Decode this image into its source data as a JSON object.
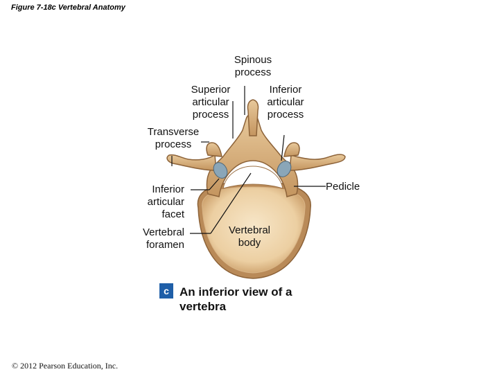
{
  "figure_title": "Figure 7-18c  Vertebral Anatomy",
  "labels": {
    "spinous_process": "Spinous\nprocess",
    "superior_articular_process": "Superior\narticular\nprocess",
    "inferior_articular_process": "Inferior\narticular\nprocess",
    "transverse_process": "Transverse\nprocess",
    "pedicle": "Pedicle",
    "inferior_articular_facet": "Inferior\narticular\nfacet",
    "vertebral_foramen": "Vertebral\nforamen",
    "vertebral_body": "Vertebral\nbody"
  },
  "caption": {
    "badge": "c",
    "text": "An inferior view of a vertebra"
  },
  "copyright": "© 2012 Pearson Education, Inc.",
  "colors": {
    "bone": "#dcb88a",
    "bone_light": "#f0d9b5",
    "bone_dark": "#a97b4c",
    "facet": "#8aa6b8",
    "badge": "#1f5fa8"
  }
}
